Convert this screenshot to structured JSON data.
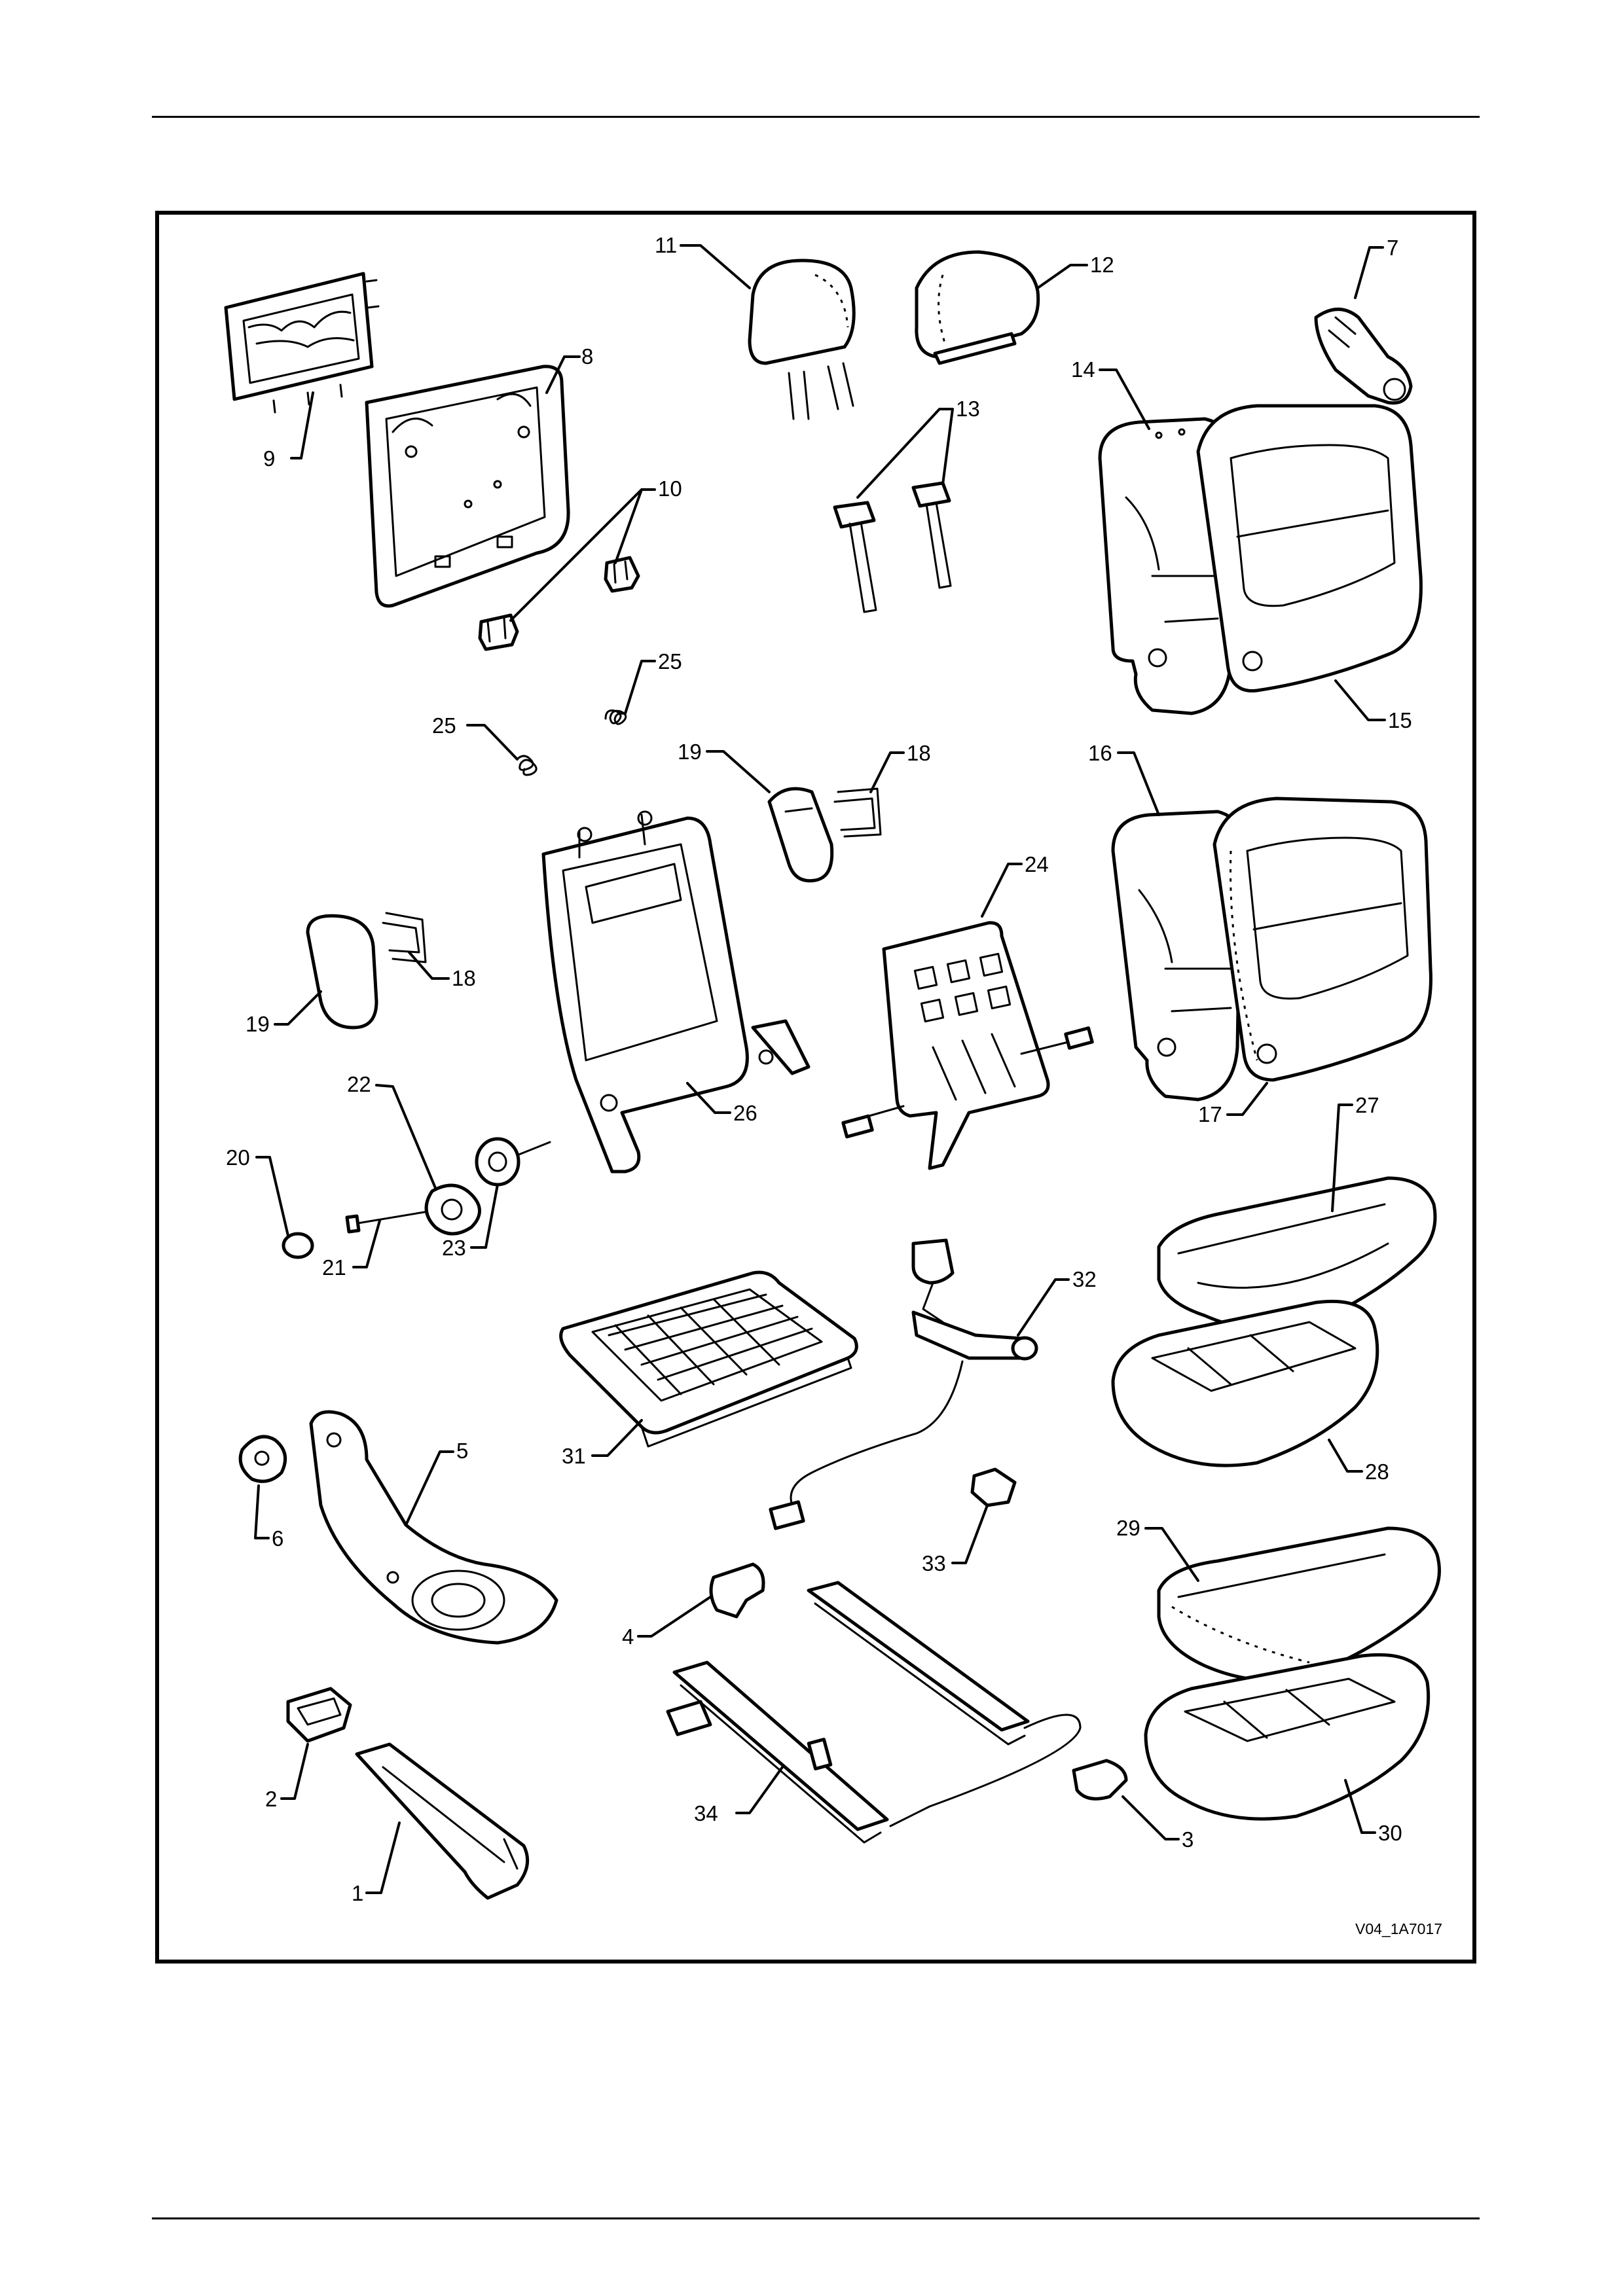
{
  "figure_ref": "V04_1A7017",
  "callouts": {
    "c1": "1",
    "c2": "2",
    "c3": "3",
    "c4": "4",
    "c5": "5",
    "c6": "6",
    "c7": "7",
    "c8": "8",
    "c9": "9",
    "c10": "10",
    "c11": "11",
    "c12": "12",
    "c13": "13",
    "c14": "14",
    "c15": "15",
    "c16": "16",
    "c17": "17",
    "c18a": "18",
    "c18b": "18",
    "c19a": "19",
    "c19b": "19",
    "c20": "20",
    "c21": "21",
    "c22": "22",
    "c23": "23",
    "c24": "24",
    "c25a": "25",
    "c25b": "25",
    "c26": "26",
    "c27": "27",
    "c28": "28",
    "c29": "29",
    "c30": "30",
    "c31": "31",
    "c32": "32",
    "c33": "33",
    "c34": "34"
  }
}
